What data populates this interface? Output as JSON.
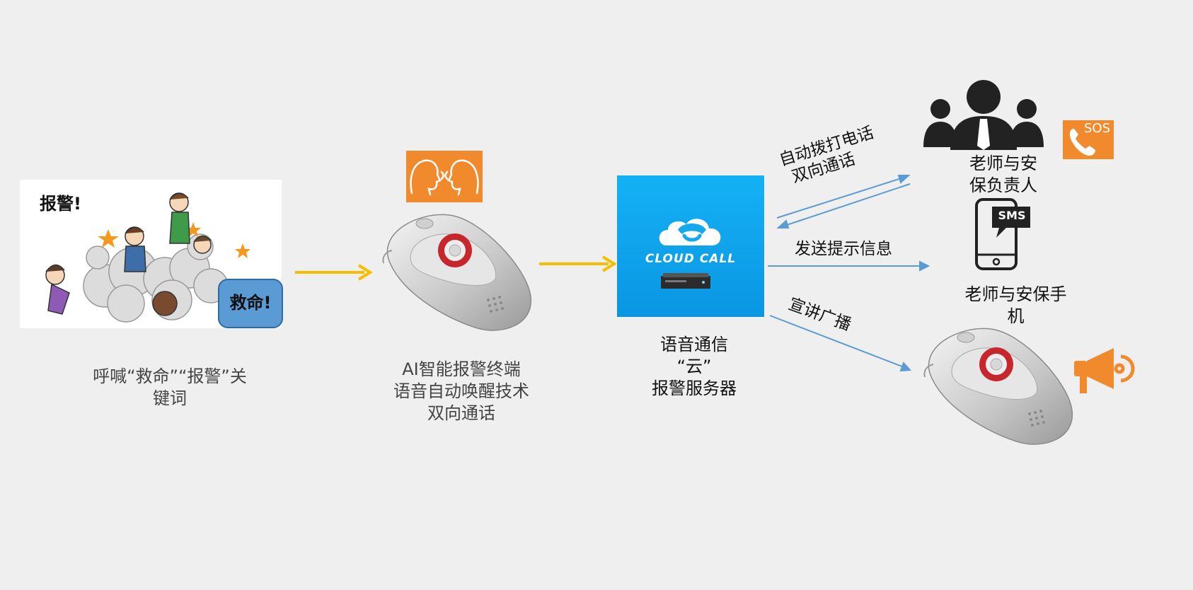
{
  "scene": {
    "bubble_alarm": "报警!",
    "bubble_help": "救命!",
    "caption_lines": [
      "呼喊“救命”“报警”关",
      "键词"
    ]
  },
  "terminal": {
    "caption_lines": [
      "AI智能报警终端",
      "语音自动唤醒技术",
      "双向通话"
    ]
  },
  "server": {
    "logo_text": "CLOUD CALL",
    "caption_lines": [
      "语音通信",
      "“云”",
      "报警服务器"
    ]
  },
  "edges": {
    "call_lines": [
      "自动拨打电话",
      "双向通话"
    ],
    "sms_label": "发送提示信息",
    "broadcast_label": "宣讲广播"
  },
  "people": {
    "caption_lines": [
      "老师与安",
      "保负责人"
    ],
    "sos_badge": "SOS"
  },
  "phone": {
    "sms_badge": "SMS",
    "caption_lines": [
      "老师与安保手",
      "机"
    ]
  },
  "colors": {
    "background": "#efefef",
    "orange": "#f08a2c",
    "flow_arrow": "#f7bd00",
    "link_arrow": "#5b9bd5",
    "cloud_blue": "#0aa6ee",
    "bubble_blue": "#5b9bd5",
    "device_ring": "#c7262c"
  },
  "icons": [
    "speaking-heads-icon",
    "cloud-phone-icon",
    "server-icon",
    "people-icon",
    "phone-sos-icon",
    "smartphone-sms-icon",
    "megaphone-icon"
  ]
}
